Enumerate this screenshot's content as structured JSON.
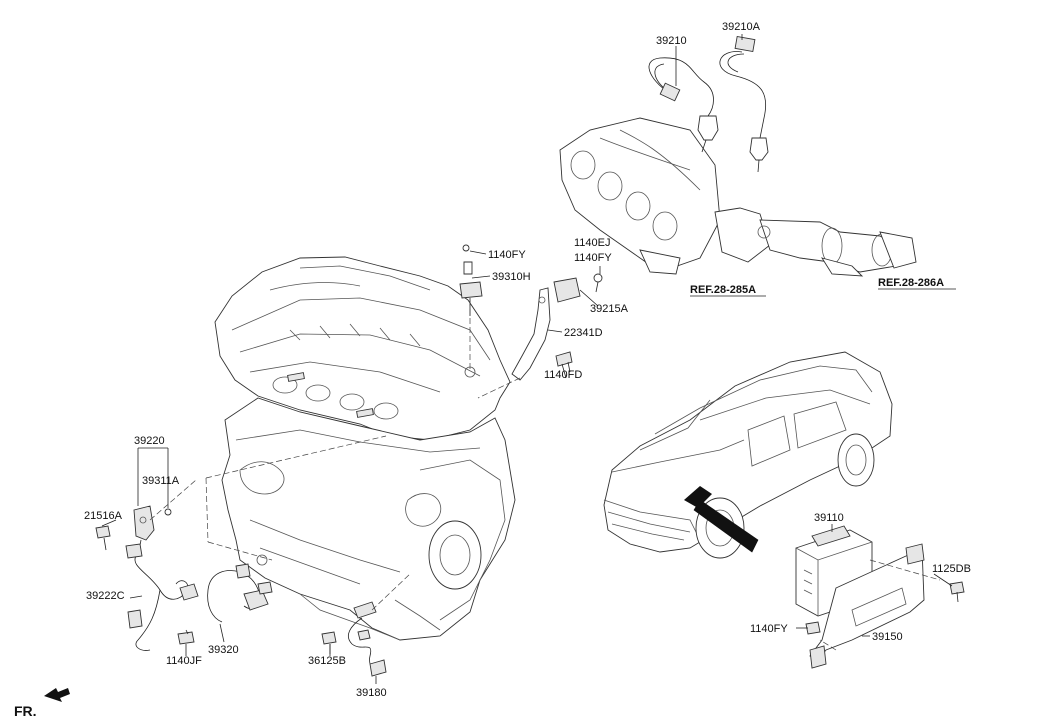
{
  "labels": {
    "p39210": "39210",
    "p39210A": "39210A",
    "p1140FY_a": "1140FY",
    "p39310H": "39310H",
    "p1140EJ": "1140EJ",
    "p1140FY_b": "1140FY",
    "p39215A": "39215A",
    "p22341D": "22341D",
    "p1140FD": "1140FD",
    "ref285A": "REF.28-285A",
    "ref286A": "REF.28-286A",
    "p39220": "39220",
    "p39311A": "39311A",
    "p21516A": "21516A",
    "p39222C": "39222C",
    "p1140JF": "1140JF",
    "p39320": "39320",
    "p36125B": "36125B",
    "p39180": "39180",
    "p39110": "39110",
    "p1125DB": "1125DB",
    "p1140FY_c": "1140FY",
    "p39150": "39150",
    "fr": "FR."
  }
}
